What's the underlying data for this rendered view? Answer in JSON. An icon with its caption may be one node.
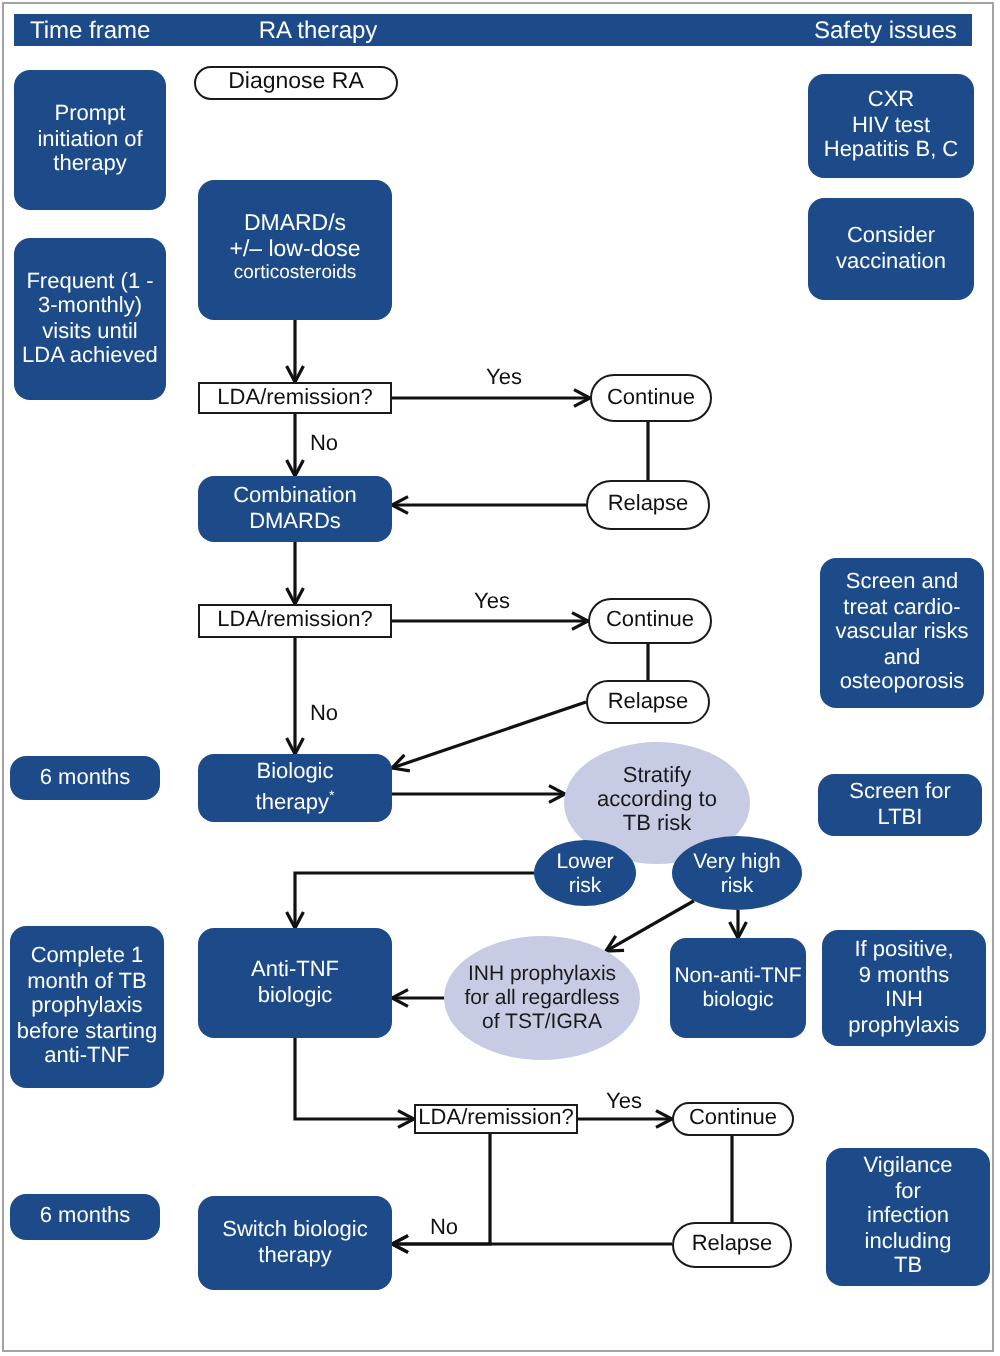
{
  "diagram": {
    "nodes": [
      {
        "text": [
          "Time frame",
          "RA therapy",
          "Safety issues"
        ]
      },
      {
        "text": [
          "Prompt initiation of therapy"
        ]
      },
      {
        "text": [
          "Diagnose RA"
        ]
      },
      {
        "text": [
          "CXR",
          "HIV test",
          "Hepatitis B, C"
        ]
      },
      {
        "text": [
          "Frequent (1 - 3-monthly) visits until LDA achieved"
        ]
      },
      {
        "text": [
          "DMARD/s +/– low-dose",
          "corticosteroids"
        ]
      },
      {
        "text": [
          "Consider vaccination"
        ]
      },
      {
        "text": [
          "LDA/remission?"
        ]
      },
      {
        "text": [
          "Continue"
        ]
      },
      {
        "text": [
          "Relapse"
        ]
      },
      {
        "text": [
          "Combination DMARDs"
        ]
      },
      {
        "text": [
          "LDA/remission?"
        ]
      },
      {
        "text": [
          "Continue"
        ]
      },
      {
        "text": [
          "Screen and treat cardio-vascular risks and osteoporosis"
        ]
      },
      {
        "text": [
          "Relapse"
        ]
      },
      {
        "text": [
          "6 months"
        ]
      },
      {
        "text": [
          "Biologic therapy$^{*}$"
        ]
      },
      {
        "text": [
          "Stratify according to TB risk"
        ]
      },
      {
        "text": [
          "Screen for LTBI"
        ]
      },
      {
        "text": [
          "Lower risk"
        ]
      },
      {
        "text": [
          "Very high risk"
        ]
      },
      {
        "text": [
          "Complete 1 month of TB prophylaxis before starting anti-TNF"
        ]
      },
      {
        "text": [
          "Anti-TNF biologic"
        ]
      },
      {
        "text": [
          "INH prophylaxis for all regardless of TST/IGRA"
        ]
      },
      {
        "text": [
          "Non-anti-TNF biologic"
        ]
      },
      {
        "text": [
          "If positive, 9 months INH prophylaxis"
        ]
      },
      {
        "text": [
          "LDA/remission?"
        ]
      },
      {
        "text": [
          "Continue"
        ]
      },
      {
        "text": [
          "Vigilance for infection including TB"
        ]
      },
      {
        "text": [
          "6 months"
        ]
      },
      {
        "text": [
          "Switch biologic therapy"
        ]
      },
      {
        "text": [
          "Relapse"
        ]
      }
    ],
    "edges": [
      {
        "from": 5,
        "to": 7,
        "arrow": "to"
      },
      {
        "from": 7,
        "to": 8,
        "arrow": "to",
        "label": "Yes"
      },
      {
        "from": 7,
        "to": 10,
        "arrow": "to",
        "label": "No"
      },
      {
        "from": 8,
        "to": 9,
        "arrow": "none"
      },
      {
        "from": 9,
        "to": 10,
        "arrow": "to"
      },
      {
        "from": 10,
        "to": 11,
        "arrow": "to"
      },
      {
        "from": 11,
        "to": 12,
        "arrow": "to",
        "label": "Yes"
      },
      {
        "from": 11,
        "to": 16,
        "arrow": "to",
        "label": "No"
      },
      {
        "from": 12,
        "to": 14,
        "arrow": "none"
      },
      {
        "from": 14,
        "to": 16,
        "arrow": "to"
      },
      {
        "from": 16,
        "to": 17,
        "arrow": "to"
      },
      {
        "from": 19,
        "to": 22,
        "arrow": "to"
      },
      {
        "from": 20,
        "to": 23,
        "arrow": "to"
      },
      {
        "from": 20,
        "to": 24,
        "arrow": "to"
      },
      {
        "from": 23,
        "to": 22,
        "arrow": "to"
      },
      {
        "from": 22,
        "to": 26,
        "arrow": "to"
      },
      {
        "from": 26,
        "to": 27,
        "arrow": "to",
        "label": "Yes"
      },
      {
        "from": 26,
        "to": 30,
        "arrow": "to",
        "label": "No"
      },
      {
        "from": 27,
        "to": 31,
        "arrow": "none"
      },
      {
        "from": 31,
        "to": 30,
        "arrow": "to"
      }
    ]
  }
}
